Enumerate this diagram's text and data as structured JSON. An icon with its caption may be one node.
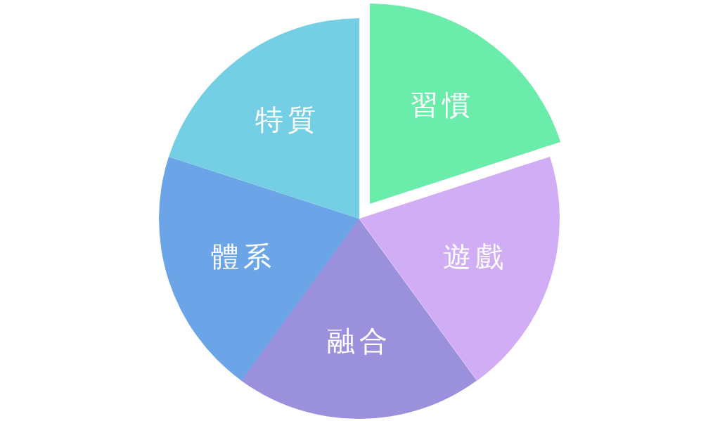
{
  "diagram": {
    "nodes": [
      {
        "text": [
          "習慣"
        ]
      },
      {
        "text": [
          "遊戲"
        ]
      },
      {
        "text": [
          "融合"
        ]
      },
      {
        "text": [
          "體系"
        ]
      },
      {
        "text": [
          "特質"
        ]
      }
    ]
  }
}
